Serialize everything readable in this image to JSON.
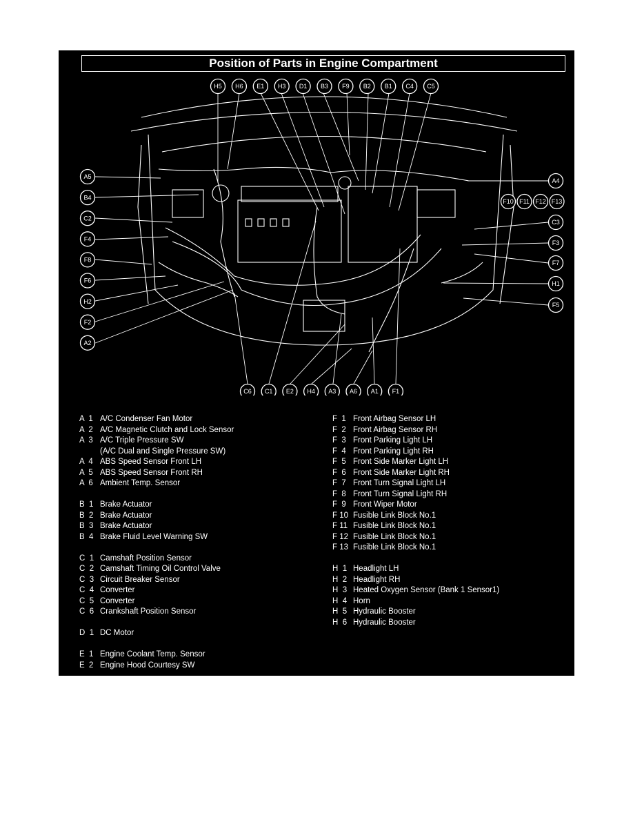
{
  "title": "Position of Parts in Engine Compartment",
  "callouts_top": [
    "H5",
    "H6",
    "E1",
    "H3",
    "D1",
    "B3",
    "F9",
    "B2",
    "B1",
    "C4",
    "C5"
  ],
  "callouts_left": [
    "A5",
    "B4",
    "C2",
    "F4",
    "F8",
    "F6",
    "H2",
    "F2",
    "A2"
  ],
  "callouts_right": [
    "A4",
    "C3",
    "F3",
    "F7",
    "H1",
    "F5"
  ],
  "callouts_right_row": [
    "F10",
    "F11",
    "F12",
    "F13"
  ],
  "callouts_bottom": [
    "C6",
    "C1",
    "E2",
    "H4",
    "A3",
    "A6",
    "A1",
    "F1"
  ],
  "legend_left": [
    {
      "code": "A  1",
      "text": "A/C Condenser Fan Motor"
    },
    {
      "code": "A  2",
      "text": "A/C Magnetic Clutch and Lock Sensor"
    },
    {
      "code": "A  3",
      "text": "A/C Triple Pressure SW"
    },
    {
      "code": "",
      "text": "(A/C Dual and Single Pressure SW)"
    },
    {
      "code": "A  4",
      "text": "ABS Speed Sensor Front LH"
    },
    {
      "code": "A  5",
      "text": "ABS Speed Sensor Front RH"
    },
    {
      "code": "A  6",
      "text": "Ambient Temp. Sensor"
    },
    {
      "code": "",
      "text": ""
    },
    {
      "code": "B  1",
      "text": "Brake Actuator"
    },
    {
      "code": "B  2",
      "text": "Brake Actuator"
    },
    {
      "code": "B  3",
      "text": "Brake Actuator"
    },
    {
      "code": "B  4",
      "text": "Brake Fluid Level Warning SW"
    },
    {
      "code": "",
      "text": ""
    },
    {
      "code": "C  1",
      "text": "Camshaft Position Sensor"
    },
    {
      "code": "C  2",
      "text": "Camshaft Timing Oil Control Valve"
    },
    {
      "code": "C  3",
      "text": "Circuit Breaker Sensor"
    },
    {
      "code": "C  4",
      "text": "Converter"
    },
    {
      "code": "C  5",
      "text": "Converter"
    },
    {
      "code": "C  6",
      "text": "Crankshaft Position Sensor"
    },
    {
      "code": "",
      "text": ""
    },
    {
      "code": "D  1",
      "text": "DC Motor"
    },
    {
      "code": "",
      "text": ""
    },
    {
      "code": "E  1",
      "text": "Engine Coolant Temp. Sensor"
    },
    {
      "code": "E  2",
      "text": "Engine Hood Courtesy SW"
    }
  ],
  "legend_right": [
    {
      "code": "F  1",
      "text": "Front Airbag Sensor LH"
    },
    {
      "code": "F  2",
      "text": "Front Airbag Sensor RH"
    },
    {
      "code": "F  3",
      "text": "Front Parking Light LH"
    },
    {
      "code": "F  4",
      "text": "Front Parking Light RH"
    },
    {
      "code": "F  5",
      "text": "Front Side Marker Light LH"
    },
    {
      "code": "F  6",
      "text": "Front Side Marker Light RH"
    },
    {
      "code": "F  7",
      "text": "Front Turn Signal Light LH"
    },
    {
      "code": "F  8",
      "text": "Front Turn Signal Light RH"
    },
    {
      "code": "F  9",
      "text": "Front Wiper Motor"
    },
    {
      "code": "F 10",
      "text": "Fusible Link Block No.1"
    },
    {
      "code": "F 11",
      "text": "Fusible Link Block No.1"
    },
    {
      "code": "F 12",
      "text": "Fusible Link Block No.1"
    },
    {
      "code": "F 13",
      "text": "Fusible Link Block No.1"
    },
    {
      "code": "",
      "text": ""
    },
    {
      "code": "H  1",
      "text": "Headlight LH"
    },
    {
      "code": "H  2",
      "text": "Headlight RH"
    },
    {
      "code": "H  3",
      "text": "Heated Oxygen Sensor (Bank 1 Sensor1)"
    },
    {
      "code": "H  4",
      "text": "Horn"
    },
    {
      "code": "H  5",
      "text": "Hydraulic Booster"
    },
    {
      "code": "H  6",
      "text": "Hydraulic Booster"
    }
  ]
}
